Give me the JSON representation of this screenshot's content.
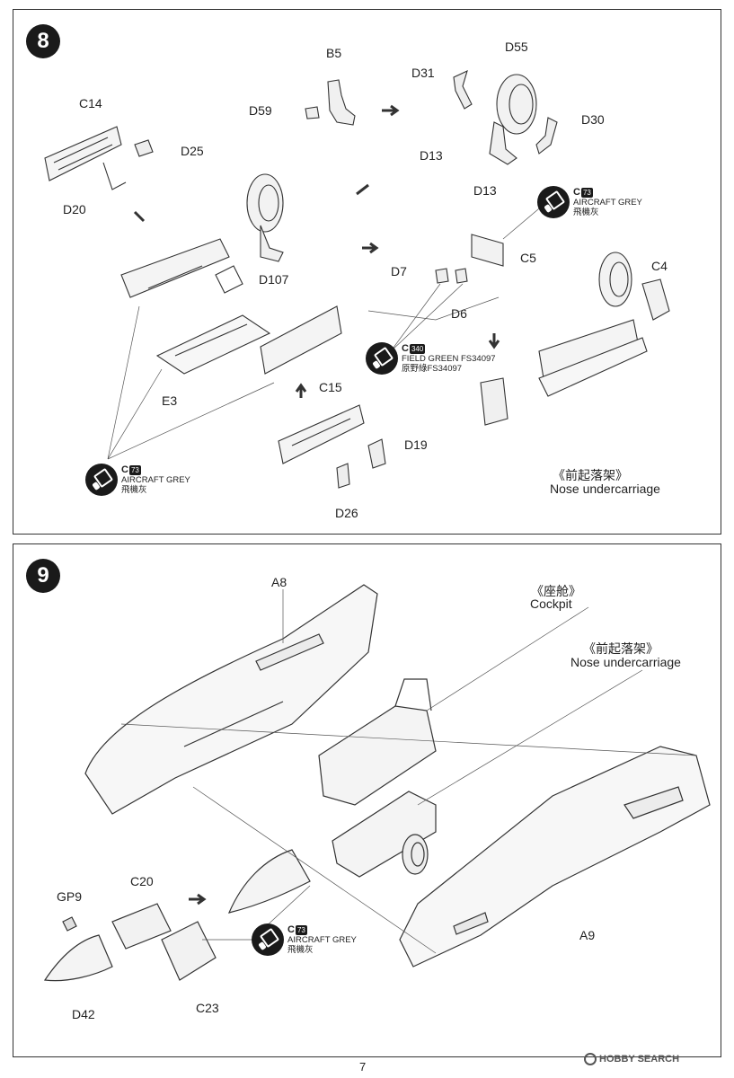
{
  "step8": {
    "number": "8",
    "parts": {
      "B5": "B5",
      "D59": "D59",
      "D55": "D55",
      "D31": "D31",
      "D30": "D30",
      "D13a": "D13",
      "D13b": "D13",
      "C14": "C14",
      "D25": "D25",
      "D20": "D20",
      "D107": "D107",
      "E3": "E3",
      "C5": "C5",
      "D7": "D7",
      "D6": "D6",
      "C4": "C4",
      "C15": "C15",
      "D19": "D19",
      "D26": "D26"
    },
    "paint_top": {
      "code": "C",
      "num": "73",
      "name_en": "AIRCRAFT GREY",
      "name_cn": "飛機灰"
    },
    "paint_green": {
      "code": "C",
      "num": "340",
      "name_en": "FIELD GREEN FS34097",
      "name_cn": "原野綠FS34097"
    },
    "paint_bottom": {
      "code": "C",
      "num": "73",
      "name_en": "AIRCRAFT GREY",
      "name_cn": "飛機灰"
    },
    "caption_cn": "《前起落架》",
    "caption_en": "Nose undercarriage"
  },
  "step9": {
    "number": "9",
    "parts": {
      "A8": "A8",
      "A9": "A9",
      "GP9": "GP9",
      "C20": "C20",
      "D42": "D42",
      "C23": "C23"
    },
    "cockpit_cn": "《座舱》",
    "cockpit_en": "Cockpit",
    "nose_cn": "《前起落架》",
    "nose_en": "Nose undercarriage",
    "paint": {
      "code": "C",
      "num": "73",
      "name_en": "AIRCRAFT GREY",
      "name_cn": "飛機灰"
    }
  },
  "footer": {
    "page": "7",
    "watermark": "HOBBY SEARCH"
  }
}
